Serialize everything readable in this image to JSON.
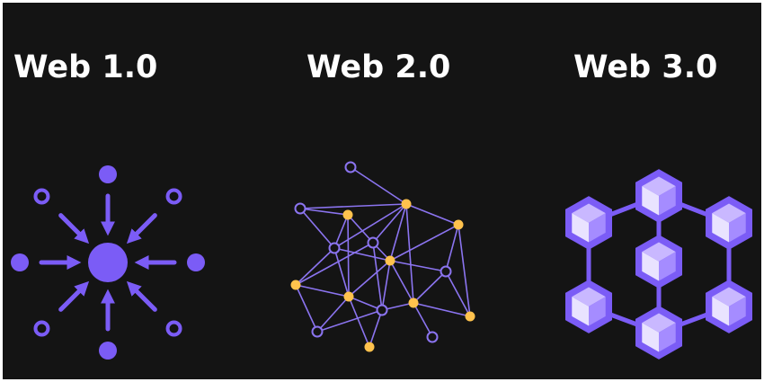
{
  "panels": [
    {
      "title": "Web 1.0",
      "icon": "centralized-hub-icon"
    },
    {
      "title": "Web 2.0",
      "icon": "social-network-graph-icon"
    },
    {
      "title": "Web 3.0",
      "icon": "blockchain-cubes-icon"
    }
  ],
  "colors": {
    "background": "#141414",
    "purple": "#7b5cf6",
    "purple_light": "#b9a6ff",
    "gold": "#ffc24d",
    "text": "#ffffff"
  }
}
